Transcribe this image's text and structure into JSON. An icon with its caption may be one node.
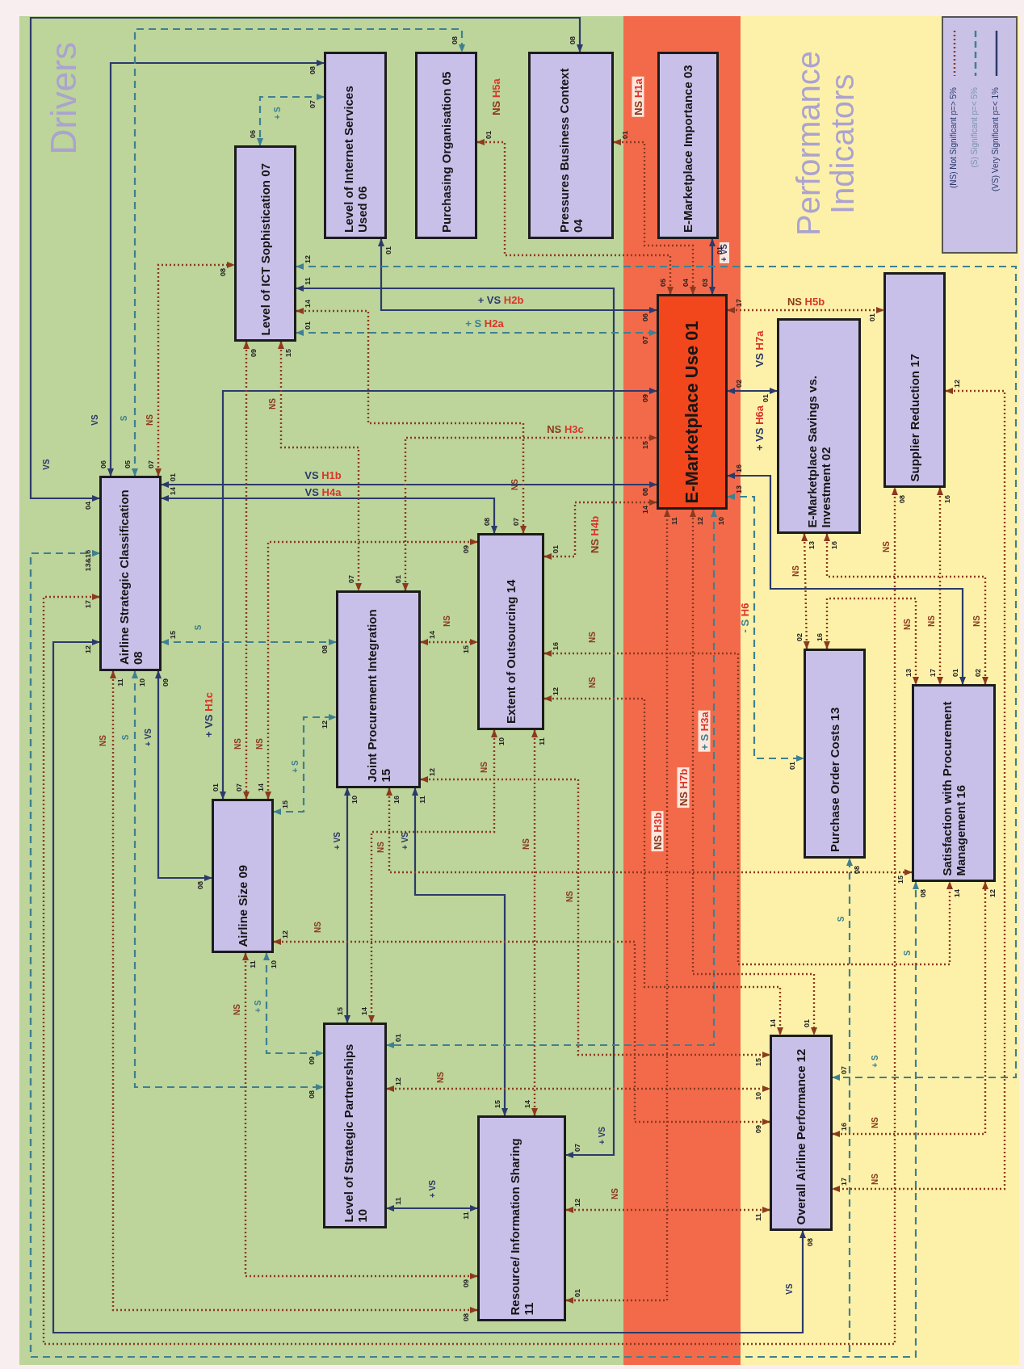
{
  "diagram": {
    "nodes": [
      {
        "text": [
          "Drivers"
        ]
      },
      {
        "text": [
          "Performance Indicators"
        ]
      },
      {
        "text": [
          "E-Marketplace Use 01"
        ]
      },
      {
        "text": [
          "E-Marketplace Savings vs. Investment 02"
        ],
        "in": 1
      },
      {
        "text": [
          "E-Marketplace Importance 03"
        ]
      },
      {
        "text": [
          "Pressures Business Context 04"
        ],
        "in": 0
      },
      {
        "text": [
          "Purchasing Organisation 05"
        ],
        "in": 0
      },
      {
        "text": [
          "Level of Internet Services Used 06"
        ],
        "in": 0
      },
      {
        "text": [
          "Level of ICT Sophistication 07"
        ],
        "in": 0
      },
      {
        "text": [
          "Airline Strategic Classification 08"
        ],
        "in": 0
      },
      {
        "text": [
          "Airline Size 09"
        ],
        "in": 0
      },
      {
        "text": [
          "Level of Strategic Partnerships 10"
        ],
        "in": 0
      },
      {
        "text": [
          "Resource/ Information Sharing 11"
        ],
        "in": 0
      },
      {
        "text": [
          "Overall Airline Performance 12"
        ],
        "in": 1
      },
      {
        "text": [
          "Purchase Order Costs 13"
        ],
        "in": 1
      },
      {
        "text": [
          "Extent of Outsourcing 14"
        ],
        "in": 0
      },
      {
        "text": [
          "Joint Procurement Integration 15"
        ],
        "in": 0
      },
      {
        "text": [
          "Satisfaction with Procurement Management 16"
        ],
        "in": 1
      },
      {
        "text": [
          "Supplier Reduction 17"
        ],
        "in": 1
      }
    ],
    "edges": [
      {
        "from": 7,
        "to": 9,
        "arrow": "both",
        "label": "VS",
        "color": "#2c3a6b"
      },
      {
        "from": 5,
        "to": 9,
        "arrow": "both",
        "label": "VS",
        "color": "#2c3a6b"
      },
      {
        "from": 9,
        "to": 13,
        "arrow": "both",
        "label": "VS",
        "color": "#2c3a6b"
      },
      {
        "from": 2,
        "to": 9,
        "arrow": "both",
        "label": "VS H1b",
        "color": "#2c3a6b"
      },
      {
        "from": 9,
        "to": 15,
        "arrow": "both",
        "label": "VS H4a",
        "color": "#2c3a6b"
      },
      {
        "from": 2,
        "to": 10,
        "arrow": "both",
        "label": "+ VS H1c",
        "color": "#2c3a6b"
      },
      {
        "from": 7,
        "to": 2,
        "arrow": "both",
        "label": "+ VS H2b",
        "color": "#2c3a6b"
      },
      {
        "from": 8,
        "to": 12,
        "arrow": "both",
        "label": "+ VS",
        "color": "#2c3a6b"
      },
      {
        "from": 16,
        "to": 11,
        "arrow": "both",
        "label": "+ VS",
        "color": "#2c3a6b"
      },
      {
        "from": 16,
        "to": 12,
        "arrow": "both",
        "label": "+ VS",
        "color": "#2c3a6b"
      },
      {
        "from": 11,
        "to": 12,
        "arrow": "both",
        "label": "+ VS",
        "color": "#2c3a6b"
      },
      {
        "from": 2,
        "to": 17,
        "arrow": "both",
        "label": "+ VS H6a",
        "color": "#2c3a6b"
      },
      {
        "from": 2,
        "to": 3,
        "arrow": "both",
        "label": "VS H7a",
        "color": "#2c3a6b"
      },
      {
        "from": 2,
        "to": 4,
        "arrow": "both",
        "label": "+ VS",
        "color": "#2c3a6b"
      },
      {
        "from": 9,
        "to": 10,
        "arrow": "both",
        "label": "+ VS",
        "color": "#2c3a6b"
      },
      {
        "from": 7,
        "to": 8,
        "arrow": "both",
        "label": "+ S",
        "style": "dashed",
        "color": "#3f8090"
      },
      {
        "from": 9,
        "to": 6,
        "arrow": "both",
        "label": "S",
        "style": "dashed",
        "color": "#3f8090"
      },
      {
        "from": 8,
        "to": 2,
        "arrow": "both",
        "label": "+ S H2a",
        "style": "dashed",
        "color": "#3f8090"
      },
      {
        "from": 8,
        "to": 13,
        "arrow": "both",
        "label": "+ S",
        "style": "dashed",
        "color": "#3f8090"
      },
      {
        "from": 9,
        "to": 14,
        "arrow": "both",
        "label": "S",
        "style": "dashed",
        "color": "#3f8090"
      },
      {
        "from": 9,
        "to": 17,
        "arrow": "both",
        "label": "S",
        "style": "dashed",
        "color": "#3f8090"
      },
      {
        "from": 9,
        "to": 16,
        "arrow": "both",
        "label": "S",
        "style": "dashed",
        "color": "#3f8090"
      },
      {
        "from": 9,
        "to": 11,
        "arrow": "both",
        "label": "S",
        "style": "dashed",
        "color": "#3f8090"
      },
      {
        "from": 10,
        "to": 16,
        "arrow": "both",
        "label": "+ S",
        "style": "dashed",
        "color": "#3f8090"
      },
      {
        "from": 10,
        "to": 11,
        "arrow": "both",
        "label": "+ S",
        "style": "dashed",
        "color": "#3f8090"
      },
      {
        "from": 2,
        "to": 11,
        "arrow": "both",
        "label": "+ S H3a",
        "style": "dashed",
        "color": "#3f8090"
      },
      {
        "from": 2,
        "to": 14,
        "arrow": "both",
        "label": "- S H6",
        "style": "dashed",
        "color": "#3f8090"
      },
      {
        "from": 6,
        "to": 2,
        "arrow": "both",
        "label": "NS H5a",
        "style": "dashed"
      },
      {
        "from": 5,
        "to": 2,
        "arrow": "both",
        "label": "NS H1a",
        "style": "dashed"
      },
      {
        "from": 9,
        "to": 8,
        "arrow": "both",
        "label": "NS",
        "style": "dashed"
      },
      {
        "from": 8,
        "to": 10,
        "arrow": "both",
        "label": "NS",
        "style": "dashed"
      },
      {
        "from": 8,
        "to": 16,
        "arrow": "both",
        "label": "NS",
        "style": "dashed"
      },
      {
        "from": 8,
        "to": 15,
        "arrow": "both",
        "label": "NS",
        "style": "dashed"
      },
      {
        "from": 16,
        "to": 2,
        "arrow": "both",
        "label": "NS H3c",
        "style": "dashed"
      },
      {
        "from": 10,
        "to": 15,
        "arrow": "both",
        "label": "NS",
        "style": "dashed"
      },
      {
        "from": 15,
        "to": 2,
        "arrow": "both",
        "label": "NS H4b",
        "style": "dashed"
      },
      {
        "from": 16,
        "to": 15,
        "arrow": "both",
        "label": "NS",
        "style": "dashed"
      },
      {
        "from": 16,
        "to": 13,
        "arrow": "both",
        "label": "NS",
        "style": "dashed"
      },
      {
        "from": 15,
        "to": 11,
        "arrow": "both",
        "label": "NS",
        "style": "dashed"
      },
      {
        "from": 15,
        "to": 12,
        "arrow": "both",
        "label": "NS",
        "style": "dashed"
      },
      {
        "from": 15,
        "to": 13,
        "arrow": "both",
        "label": "NS",
        "style": "dashed"
      },
      {
        "from": 15,
        "to": 17,
        "arrow": "both",
        "label": "NS",
        "style": "dashed"
      },
      {
        "from": 16,
        "to": 17,
        "arrow": "both",
        "label": "NS",
        "style": "dashed"
      },
      {
        "from": 10,
        "to": 13,
        "arrow": "both",
        "label": "NS",
        "style": "dashed"
      },
      {
        "from": 11,
        "to": 13,
        "arrow": "both",
        "label": "NS",
        "style": "dashed"
      },
      {
        "from": 12,
        "to": 13,
        "arrow": "both",
        "label": "NS",
        "style": "dashed"
      },
      {
        "from": 12,
        "to": 2,
        "arrow": "both",
        "label": "NS H3b",
        "style": "dashed"
      },
      {
        "from": 2,
        "to": 13,
        "arrow": "both",
        "label": "NS H7b",
        "style": "dashed"
      },
      {
        "from": 3,
        "to": 14,
        "arrow": "both",
        "label": "NS",
        "style": "dashed"
      },
      {
        "from": 3,
        "to": 17,
        "arrow": "both",
        "label": "NS",
        "style": "dashed"
      },
      {
        "from": 14,
        "to": 17,
        "arrow": "both",
        "label": "NS",
        "style": "dashed"
      },
      {
        "from": 18,
        "to": 17,
        "arrow": "both",
        "label": "NS",
        "style": "dashed"
      },
      {
        "from": 18,
        "to": 13,
        "arrow": "both",
        "label": "NS",
        "style": "dashed"
      },
      {
        "from": 13,
        "to": 17,
        "arrow": "both",
        "label": "NS",
        "style": "dashed"
      },
      {
        "from": 9,
        "to": 18,
        "arrow": "both",
        "label": "NS",
        "style": "dashed"
      },
      {
        "from": 9,
        "to": 12,
        "arrow": "both",
        "label": "NS",
        "style": "dashed"
      },
      {
        "from": 10,
        "to": 12,
        "arrow": "both",
        "label": "NS",
        "style": "dashed"
      },
      {
        "from": 2,
        "to": 18,
        "arrow": "both",
        "label": "NS H5b",
        "style": "dashed"
      }
    ],
    "labels": [
      "08",
      "06",
      "08",
      "04",
      "12",
      "08",
      "08",
      "01",
      "14",
      "08",
      "09",
      "01",
      "01",
      "06",
      "11",
      "07",
      "10",
      "15",
      "11",
      "15",
      "11",
      "11",
      "16",
      "01",
      "02",
      "01",
      "03",
      "01",
      "09",
      "08",
      "07",
      "06",
      "05",
      "08",
      "01",
      "07",
      "12",
      "07",
      "13&16",
      "08",
      "08",
      "15",
      "08",
      "10",
      "08",
      "15",
      "12",
      "10",
      "09",
      "10",
      "01",
      "13",
      "01",
      "01",
      "05",
      "01",
      "04",
      "07",
      "08",
      "09",
      "07",
      "15",
      "07",
      "14",
      "07",
      "01",
      "15",
      "14",
      "09",
      "01",
      "14",
      "14",
      "15",
      "12",
      "15",
      "10",
      "14",
      "11",
      "14",
      "12",
      "14",
      "16",
      "14",
      "16",
      "15",
      "12",
      "09",
      "12",
      "10",
      "12",
      "11",
      "01",
      "11",
      "12",
      "01",
      "13",
      "02",
      "16",
      "02",
      "16",
      "13",
      "16",
      "17",
      "12",
      "17",
      "16",
      "12",
      "17",
      "08",
      "11",
      "08",
      "11",
      "09",
      "17",
      "01"
    ],
    "legend": [
      {
        "text": "(NS) Not Significant p=> 5%"
      },
      {
        "text": "(S) Significant p=< 5%"
      },
      {
        "text": "(VS) Very Significant p=< 1%"
      }
    ]
  }
}
